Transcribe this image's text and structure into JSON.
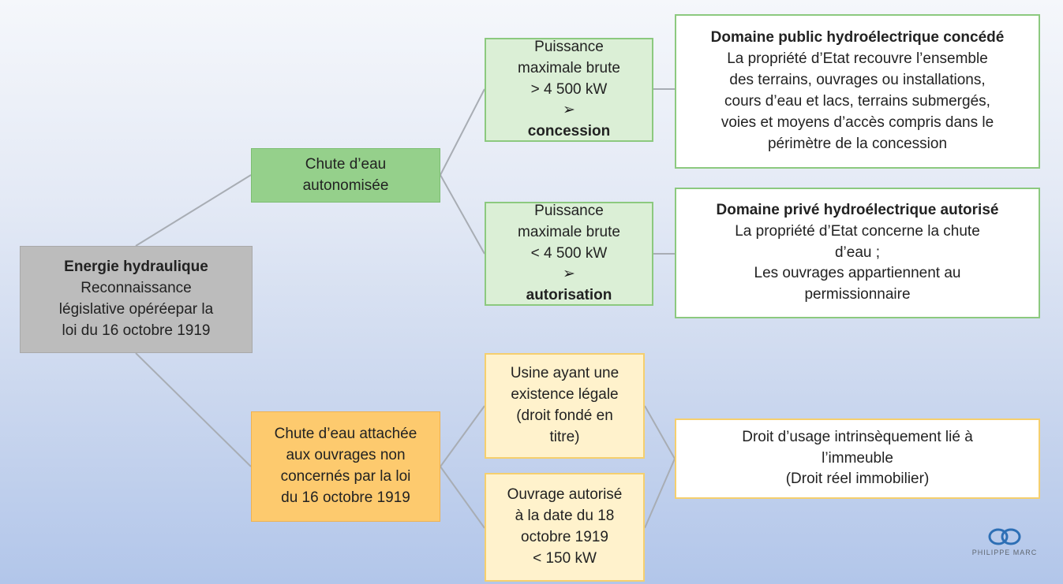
{
  "root": {
    "title": "Energie hydraulique",
    "lines": [
      "Reconnaissance",
      "législative opéréepar la",
      "loi du 16 octobre 1919"
    ]
  },
  "autonome": {
    "lines": [
      "Chute d’eau",
      "autonomisée"
    ]
  },
  "attachee": {
    "lines": [
      "Chute d’eau attachée",
      "aux ouvrages non",
      "concernés par la loi",
      "du 16 octobre 1919"
    ]
  },
  "concession": {
    "lines": [
      "Puissance",
      "maximale brute",
      "> 4 500 kW"
    ],
    "bullet": "➢",
    "result": "concession"
  },
  "autorisation": {
    "lines": [
      "Puissance",
      "maximale brute",
      "< 4 500 kW"
    ],
    "bullet": "➢",
    "result": "autorisation"
  },
  "public_domain": {
    "title": "Domaine public hydroélectrique concédé",
    "lines": [
      "La propriété d’Etat recouvre l’ensemble",
      "des terrains, ouvrages ou installations,",
      "cours d’eau et lacs, terrains submergés,",
      "voies et moyens d’accès compris dans le",
      "périmètre de la concession"
    ]
  },
  "private_domain": {
    "title": "Domaine privé hydroélectrique autorisé",
    "lines": [
      "La propriété d’Etat concerne la chute",
      "d’eau ;",
      "Les ouvrages appartiennent au",
      "permissionnaire"
    ]
  },
  "usine": {
    "lines": [
      "Usine ayant une",
      "existence légale",
      "(droit fondé en",
      "titre)"
    ]
  },
  "ouvrage": {
    "lines": [
      "Ouvrage autorisé",
      "à la date du 18",
      "octobre 1919",
      "< 150 kW"
    ]
  },
  "droit": {
    "lines": [
      "Droit d’usage intrinsèquement lié à",
      "l’immeuble",
      "(Droit réel immobilier)"
    ]
  },
  "logo": {
    "name": "infinity-logo-icon",
    "text": "PHILIPPE MARC"
  },
  "colors": {
    "gray": "#bcbcbc",
    "green": "#95d08b",
    "light_green": "#dbefd6",
    "orange": "#fdca6e",
    "light_yellow": "#fff2cc",
    "connector": "#a8adb4"
  }
}
